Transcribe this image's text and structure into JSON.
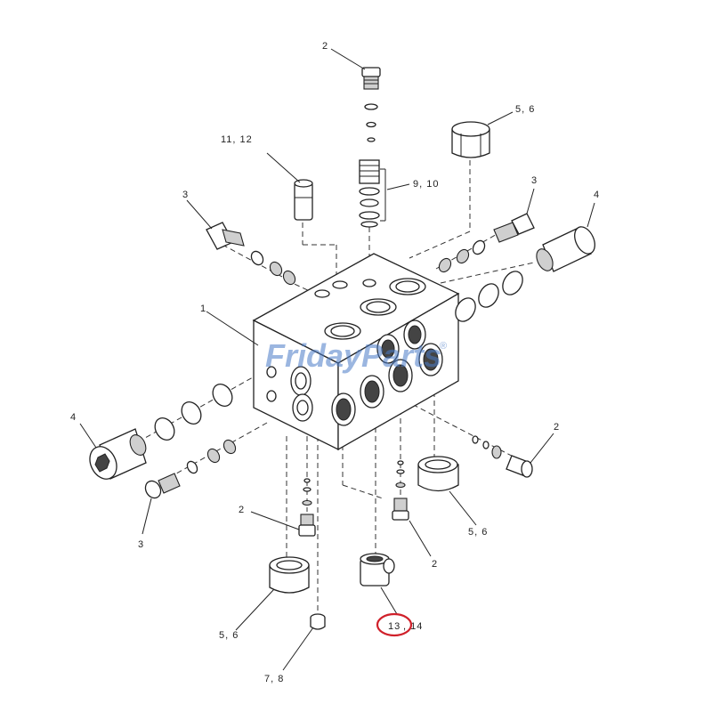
{
  "diagram": {
    "watermark": "FridayParts",
    "watermark_mark": "®",
    "highlight_color": "#d0202a",
    "line_color": "#222222",
    "callouts": {
      "top_2": "2",
      "top_5_6": "5, 6",
      "top_11_12": "11, 12",
      "top_9_10": "9, 10",
      "left_3": "3",
      "right_3": "3",
      "right_4": "4",
      "block_1": "1",
      "left_4": "4",
      "bottom_left_3": "3",
      "right_2": "2",
      "mid_2": "2",
      "bottom_2": "2",
      "right_5_6": "5, 6",
      "bottom_5_6": "5, 6",
      "bottom_7_8": "7, 8",
      "bottom_13": "13",
      "bottom_14": ", 14"
    }
  }
}
